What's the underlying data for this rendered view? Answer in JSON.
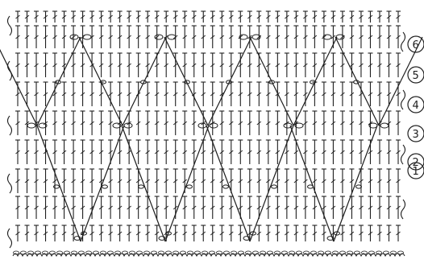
{
  "chart": {
    "row_numbers": [
      "1",
      "2",
      "3",
      "4",
      "5",
      "6"
    ],
    "ink_color": "#1e1e1e",
    "paper_color": "#ffffff",
    "stitch_symbol": "double-crochet",
    "foundation_symbol": "chain",
    "turning_symbol": "chain-loop",
    "motif": "diamond-lattice"
  }
}
